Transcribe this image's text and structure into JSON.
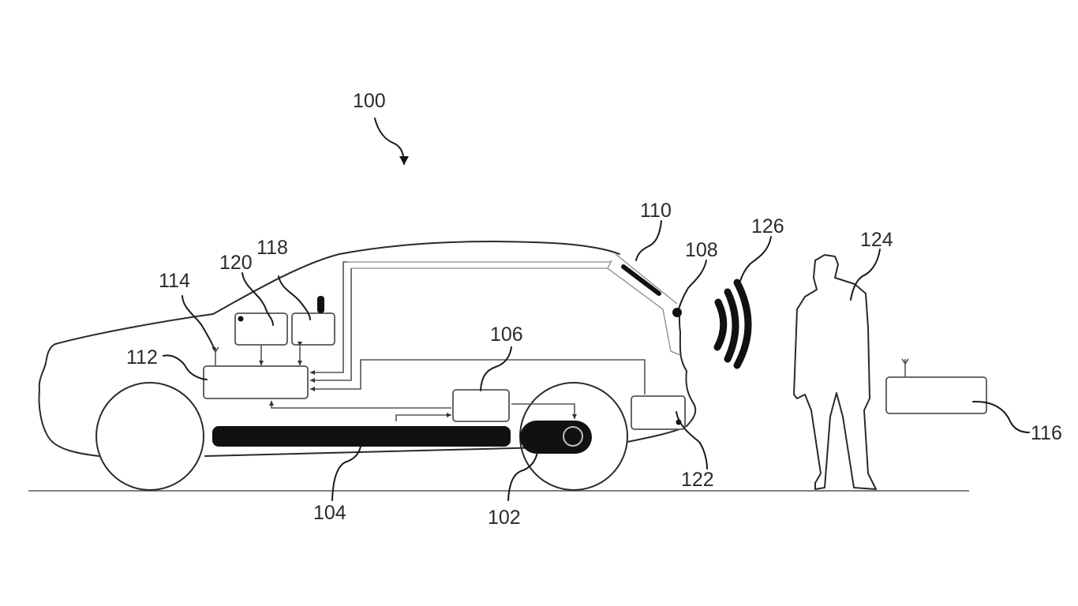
{
  "figure": {
    "type": "patent-drawing",
    "subject": "vehicle with hands-free liftgate/trunk access system",
    "colors": {
      "line": "#2a2a2a",
      "fill": "#111111",
      "background": "#ffffff"
    }
  },
  "labels": {
    "system": "100",
    "wheel_motor": "102",
    "battery": "104",
    "controller_106": "106",
    "sensor_108": "108",
    "liftgate_actuator": "110",
    "main_controller": "112",
    "antenna_114": "114",
    "remote_device": "116",
    "module_118": "118",
    "module_120": "120",
    "module_122": "122",
    "person": "124",
    "wireless_signal": "126"
  }
}
